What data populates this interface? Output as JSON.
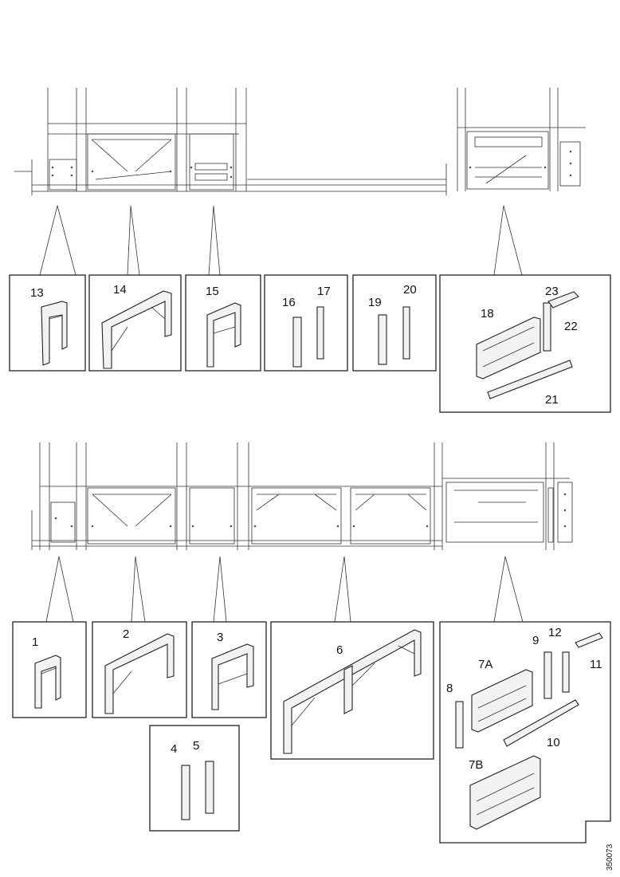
{
  "callouts": {
    "c1": "1",
    "c2": "2",
    "c3": "3",
    "c4": "4",
    "c5": "5",
    "c6": "6",
    "c7a": "7A",
    "c7b": "7B",
    "c8": "8",
    "c9": "9",
    "c10": "10",
    "c11": "11",
    "c12": "12",
    "c13": "13",
    "c14": "14",
    "c15": "15",
    "c16": "16",
    "c17": "17",
    "c18": "18",
    "c19": "19",
    "c20": "20",
    "c21": "21",
    "c22": "22",
    "c23": "23"
  },
  "drawing_number": "350073"
}
